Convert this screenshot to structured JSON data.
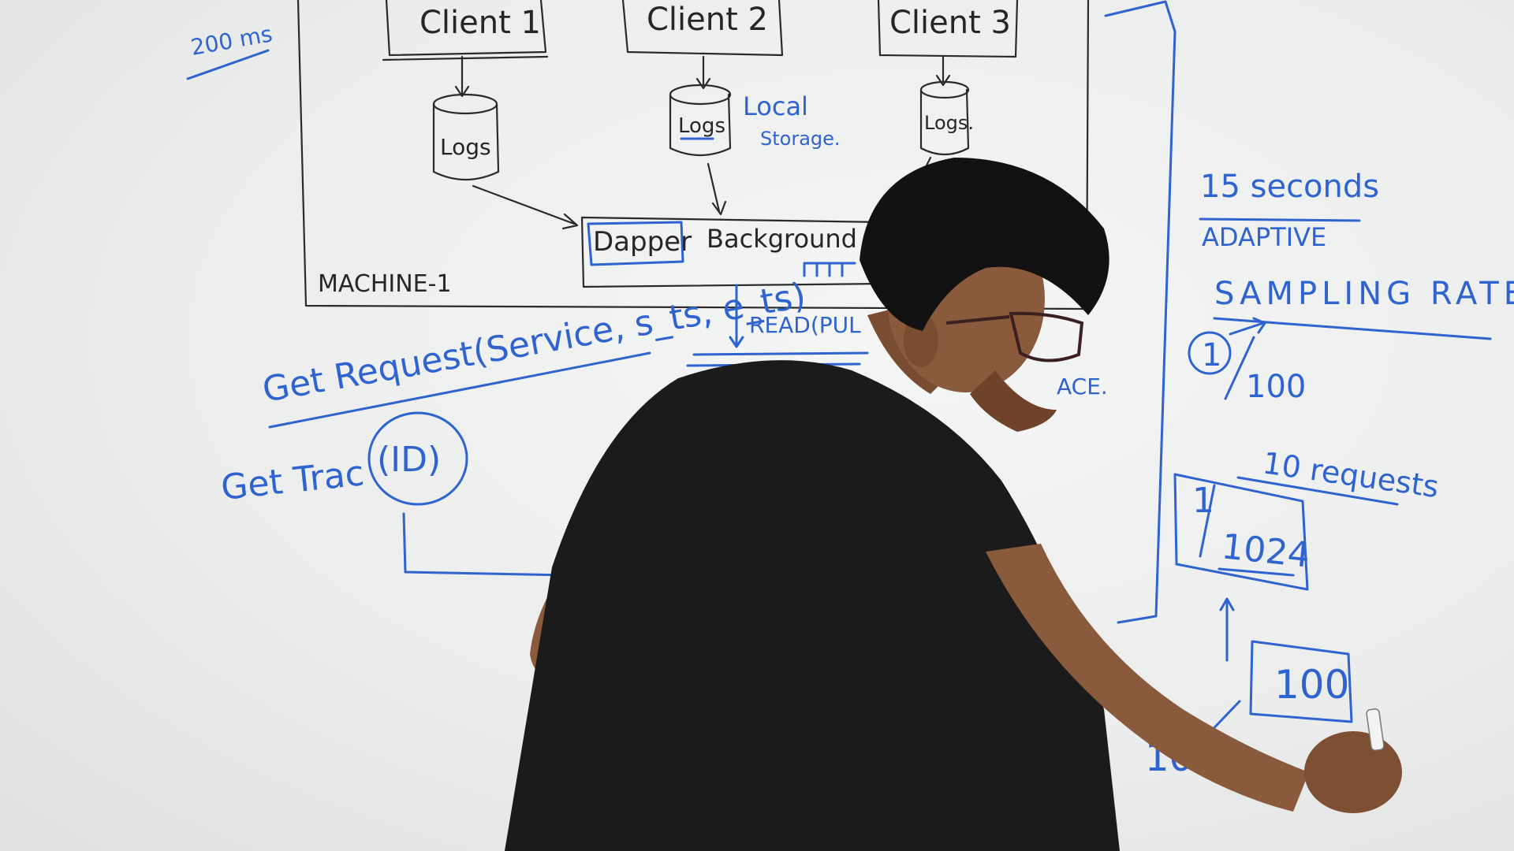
{
  "whiteboard": {
    "clients": [
      "Client 1",
      "Client 2",
      "Client 3"
    ],
    "logs": [
      "Logs",
      "Logs",
      "Logs."
    ],
    "local_storage": [
      "Local",
      "Storage."
    ],
    "dapper_label": "Dapper",
    "background_label": "Background",
    "machine_label": "MACHINE-1",
    "read_pull_label": "READ(PUL",
    "trace_fragment": "ACE.",
    "latency_note": "200 ms",
    "get_request": "Get Request(Service, s_ts, e_ts)",
    "get_trace": "Get Trac",
    "trace_id": "(ID)",
    "seconds_note": "15 seconds",
    "adaptive_label": "ADAPTIVE",
    "sampling_label": "SAMPLING RATE",
    "ratio_numerator": "1",
    "ratio_denominator": "100",
    "requests_note": "10 requests",
    "fraction_numerator": "1",
    "fraction_denominator": "1024",
    "boxed_value": "100",
    "lower_value": "10"
  },
  "colors": {
    "board": "#eceded",
    "black_ink": "#262626",
    "blue_ink": "#2f63cf",
    "shirt": "#1b1b1b",
    "skin": "#8a5a3c",
    "hair": "#121212"
  }
}
